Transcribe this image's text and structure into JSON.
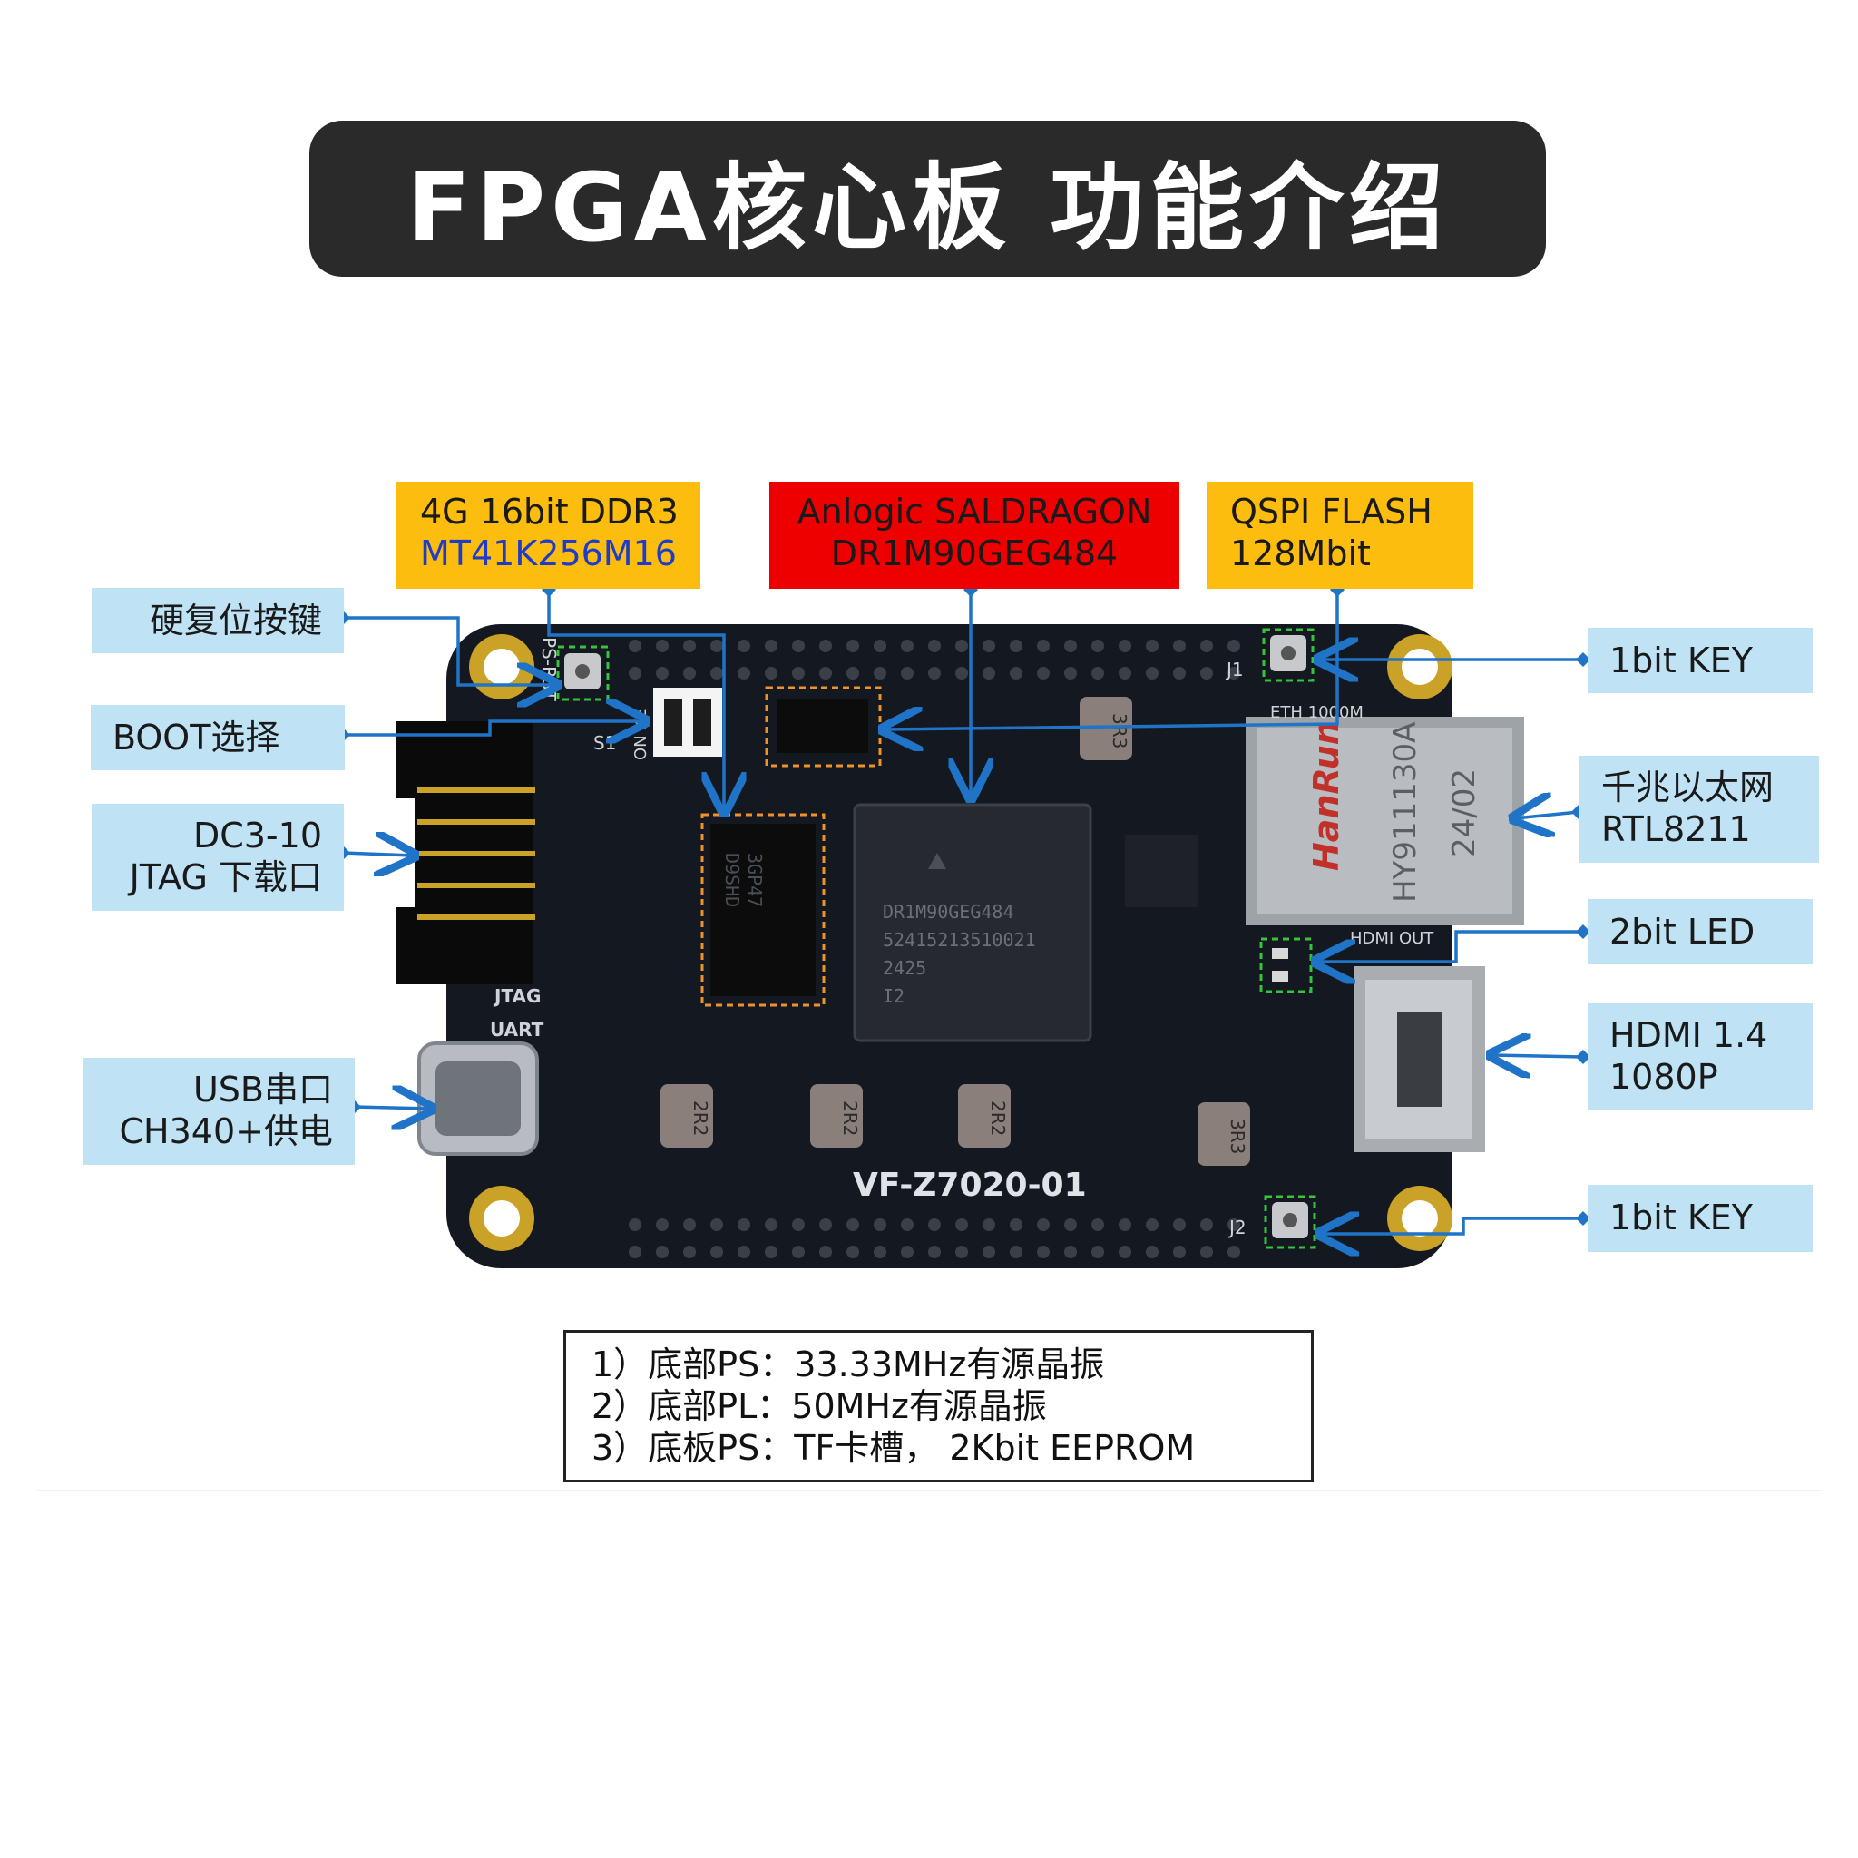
{
  "title": "FPGA核心板 功能介绍",
  "colors": {
    "title_bg": "#2a2a2a",
    "callout_blue": "#bfe3f5",
    "callout_orange": "#fdbd0e",
    "callout_red": "#ee0000",
    "arrow": "#1f74c8",
    "highlight_green": "#35c43a",
    "highlight_orange": "#f0922a",
    "pcb": "#141820"
  },
  "callouts": {
    "ddr3": {
      "line1": "4G 16bit DDR3",
      "line2": "MT41K256M16"
    },
    "fpga": {
      "line1": "Anlogic SALDRAGON",
      "line2": "DR1M90GEG484"
    },
    "flash": {
      "line1": "QSPI FLASH",
      "line2": "128Mbit"
    },
    "reset": {
      "label": "硬复位按键"
    },
    "boot": {
      "label": "BOOT选择"
    },
    "jtag": {
      "line1": "DC3-10",
      "line2": "JTAG 下载口"
    },
    "usb": {
      "line1": "USB串口",
      "line2": "CH340+供电"
    },
    "key1": {
      "label": "1bit KEY"
    },
    "eth": {
      "line1": "千兆以太网",
      "line2": "RTL8211"
    },
    "led": {
      "label": "2bit LED"
    },
    "hdmi": {
      "line1": "HDMI 1.4",
      "line2": "1080P"
    },
    "key2": {
      "label": "1bit KEY"
    }
  },
  "board": {
    "model": "VF-Z7020-01",
    "chip_lines": [
      "DR1M90GEG484",
      "52415213510021",
      "2425",
      "I2"
    ],
    "ddr_marking": [
      "3GP47",
      "D9SHD"
    ],
    "eth_lines": [
      "HanRun",
      "HY911130A",
      "24/02"
    ],
    "silk_labels": {
      "j1": "J1",
      "j2": "J2",
      "jtag": "JTAG",
      "uart": "UART",
      "eth": "ETH 1000M",
      "hdmi": "HDMI OUT",
      "reset": "PS-RST",
      "s1": "S1",
      "on": "ON KE",
      "inductor_a": "2R2",
      "inductor_b": "2R2",
      "inductor_c": "2R2",
      "inductor_d": "3R3",
      "inductor_e": "3R3"
    }
  },
  "notes": [
    "1）底部PS：33.33MHz有源晶振",
    "2）底部PL：50MHz有源晶振",
    "3）底板PS：TF卡槽， 2Kbit EEPROM"
  ]
}
